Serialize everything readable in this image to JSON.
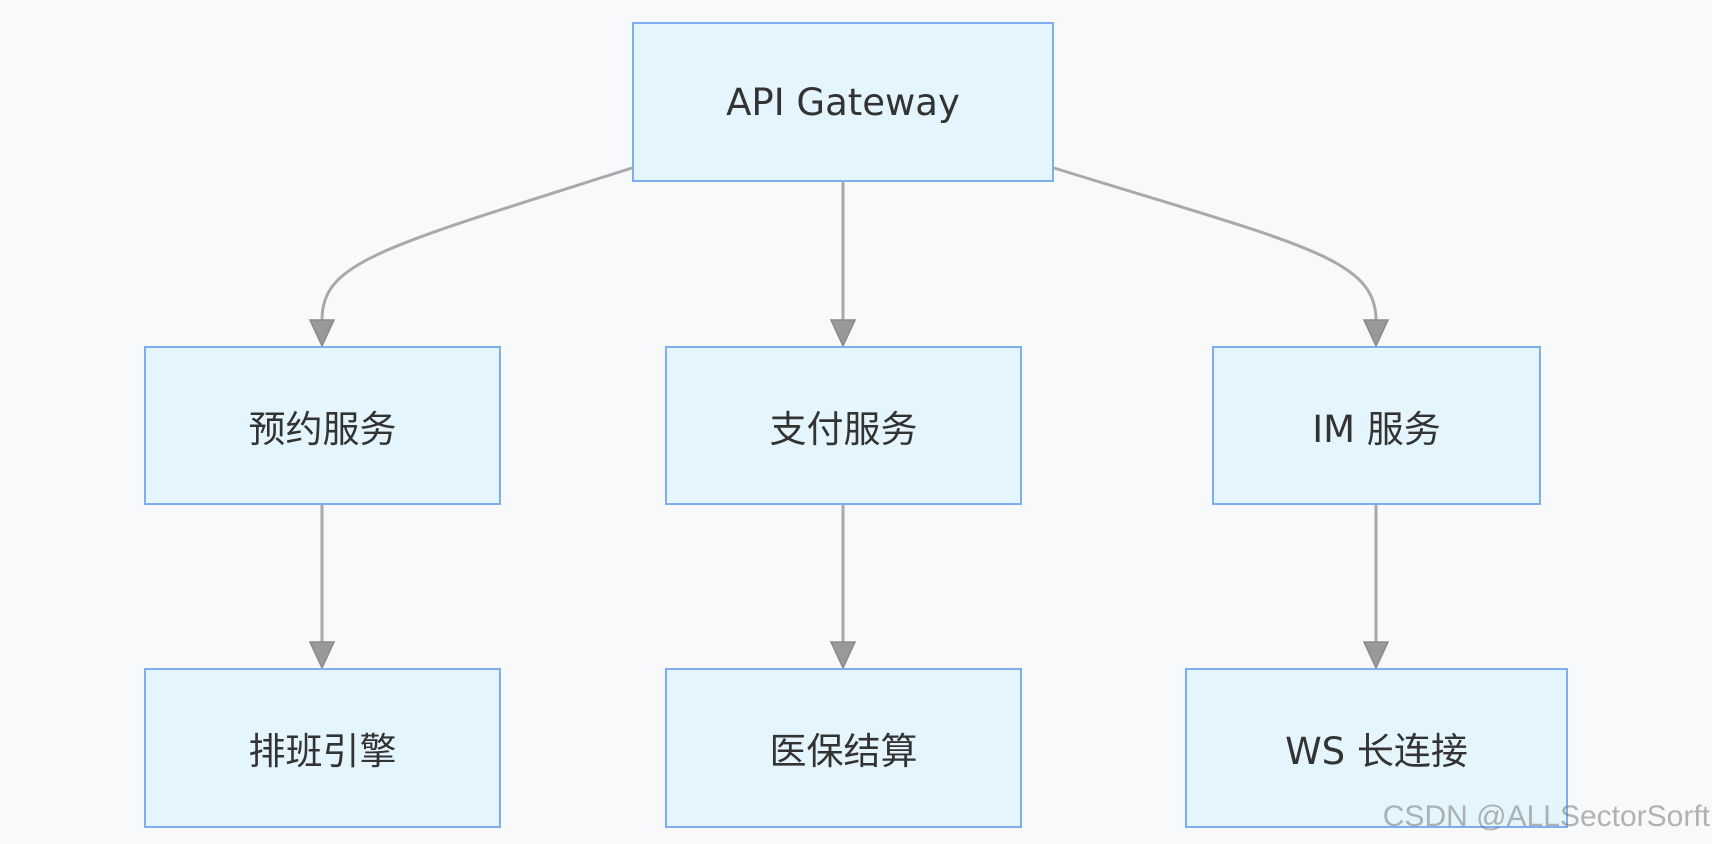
{
  "nodes": {
    "gateway": "API Gateway",
    "booking": "预约服务",
    "payment": "支付服务",
    "im": "IM 服务",
    "scheduling": "排班引擎",
    "insurance": "医保结算",
    "ws": "WS 长连接"
  },
  "edges": [
    {
      "from": "gateway",
      "to": "booking"
    },
    {
      "from": "gateway",
      "to": "payment"
    },
    {
      "from": "gateway",
      "to": "im"
    },
    {
      "from": "booking",
      "to": "scheduling"
    },
    {
      "from": "payment",
      "to": "insurance"
    },
    {
      "from": "im",
      "to": "ws"
    }
  ],
  "watermark": "CSDN @ALLSectorSorft",
  "colors": {
    "node_fill": "#e4f5fd",
    "node_border": "#7eaef0",
    "edge": "#a9a9a9",
    "arrowhead": "#999999",
    "background": "#f8f9fb"
  }
}
